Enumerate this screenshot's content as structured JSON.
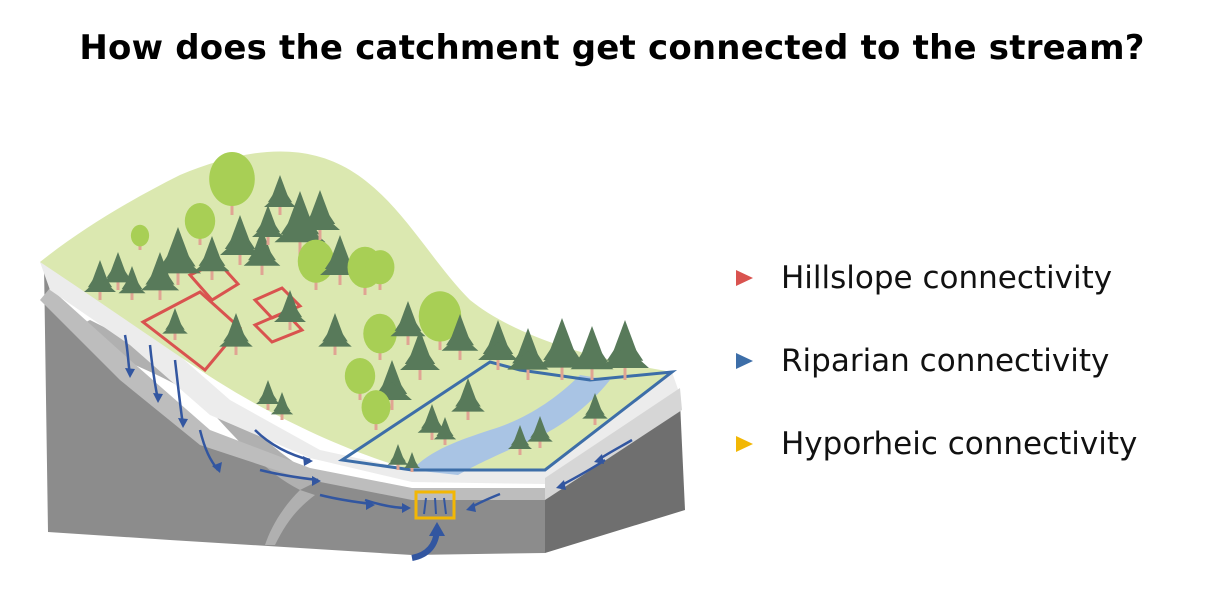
{
  "title": "How does the catchment get connected to the stream?",
  "legend": {
    "items": [
      {
        "label": "Hillslope connectivity",
        "color": "#d9534f"
      },
      {
        "label": "Riparian connectivity",
        "color": "#3d6ea8"
      },
      {
        "label": "Hyporheic connectivity",
        "color": "#f2b705"
      }
    ]
  },
  "colors": {
    "grass": "#dbe8b0",
    "soil_light": "#ececec",
    "soil_mid": "#bdbdbd",
    "bedrock": "#8c8c8c",
    "stream": "#a9c4e4",
    "flow_arrow": "#3256a0",
    "conifer": "#587a5a",
    "broadleaf": "#a8cf55",
    "trunk": "#e0a493"
  }
}
